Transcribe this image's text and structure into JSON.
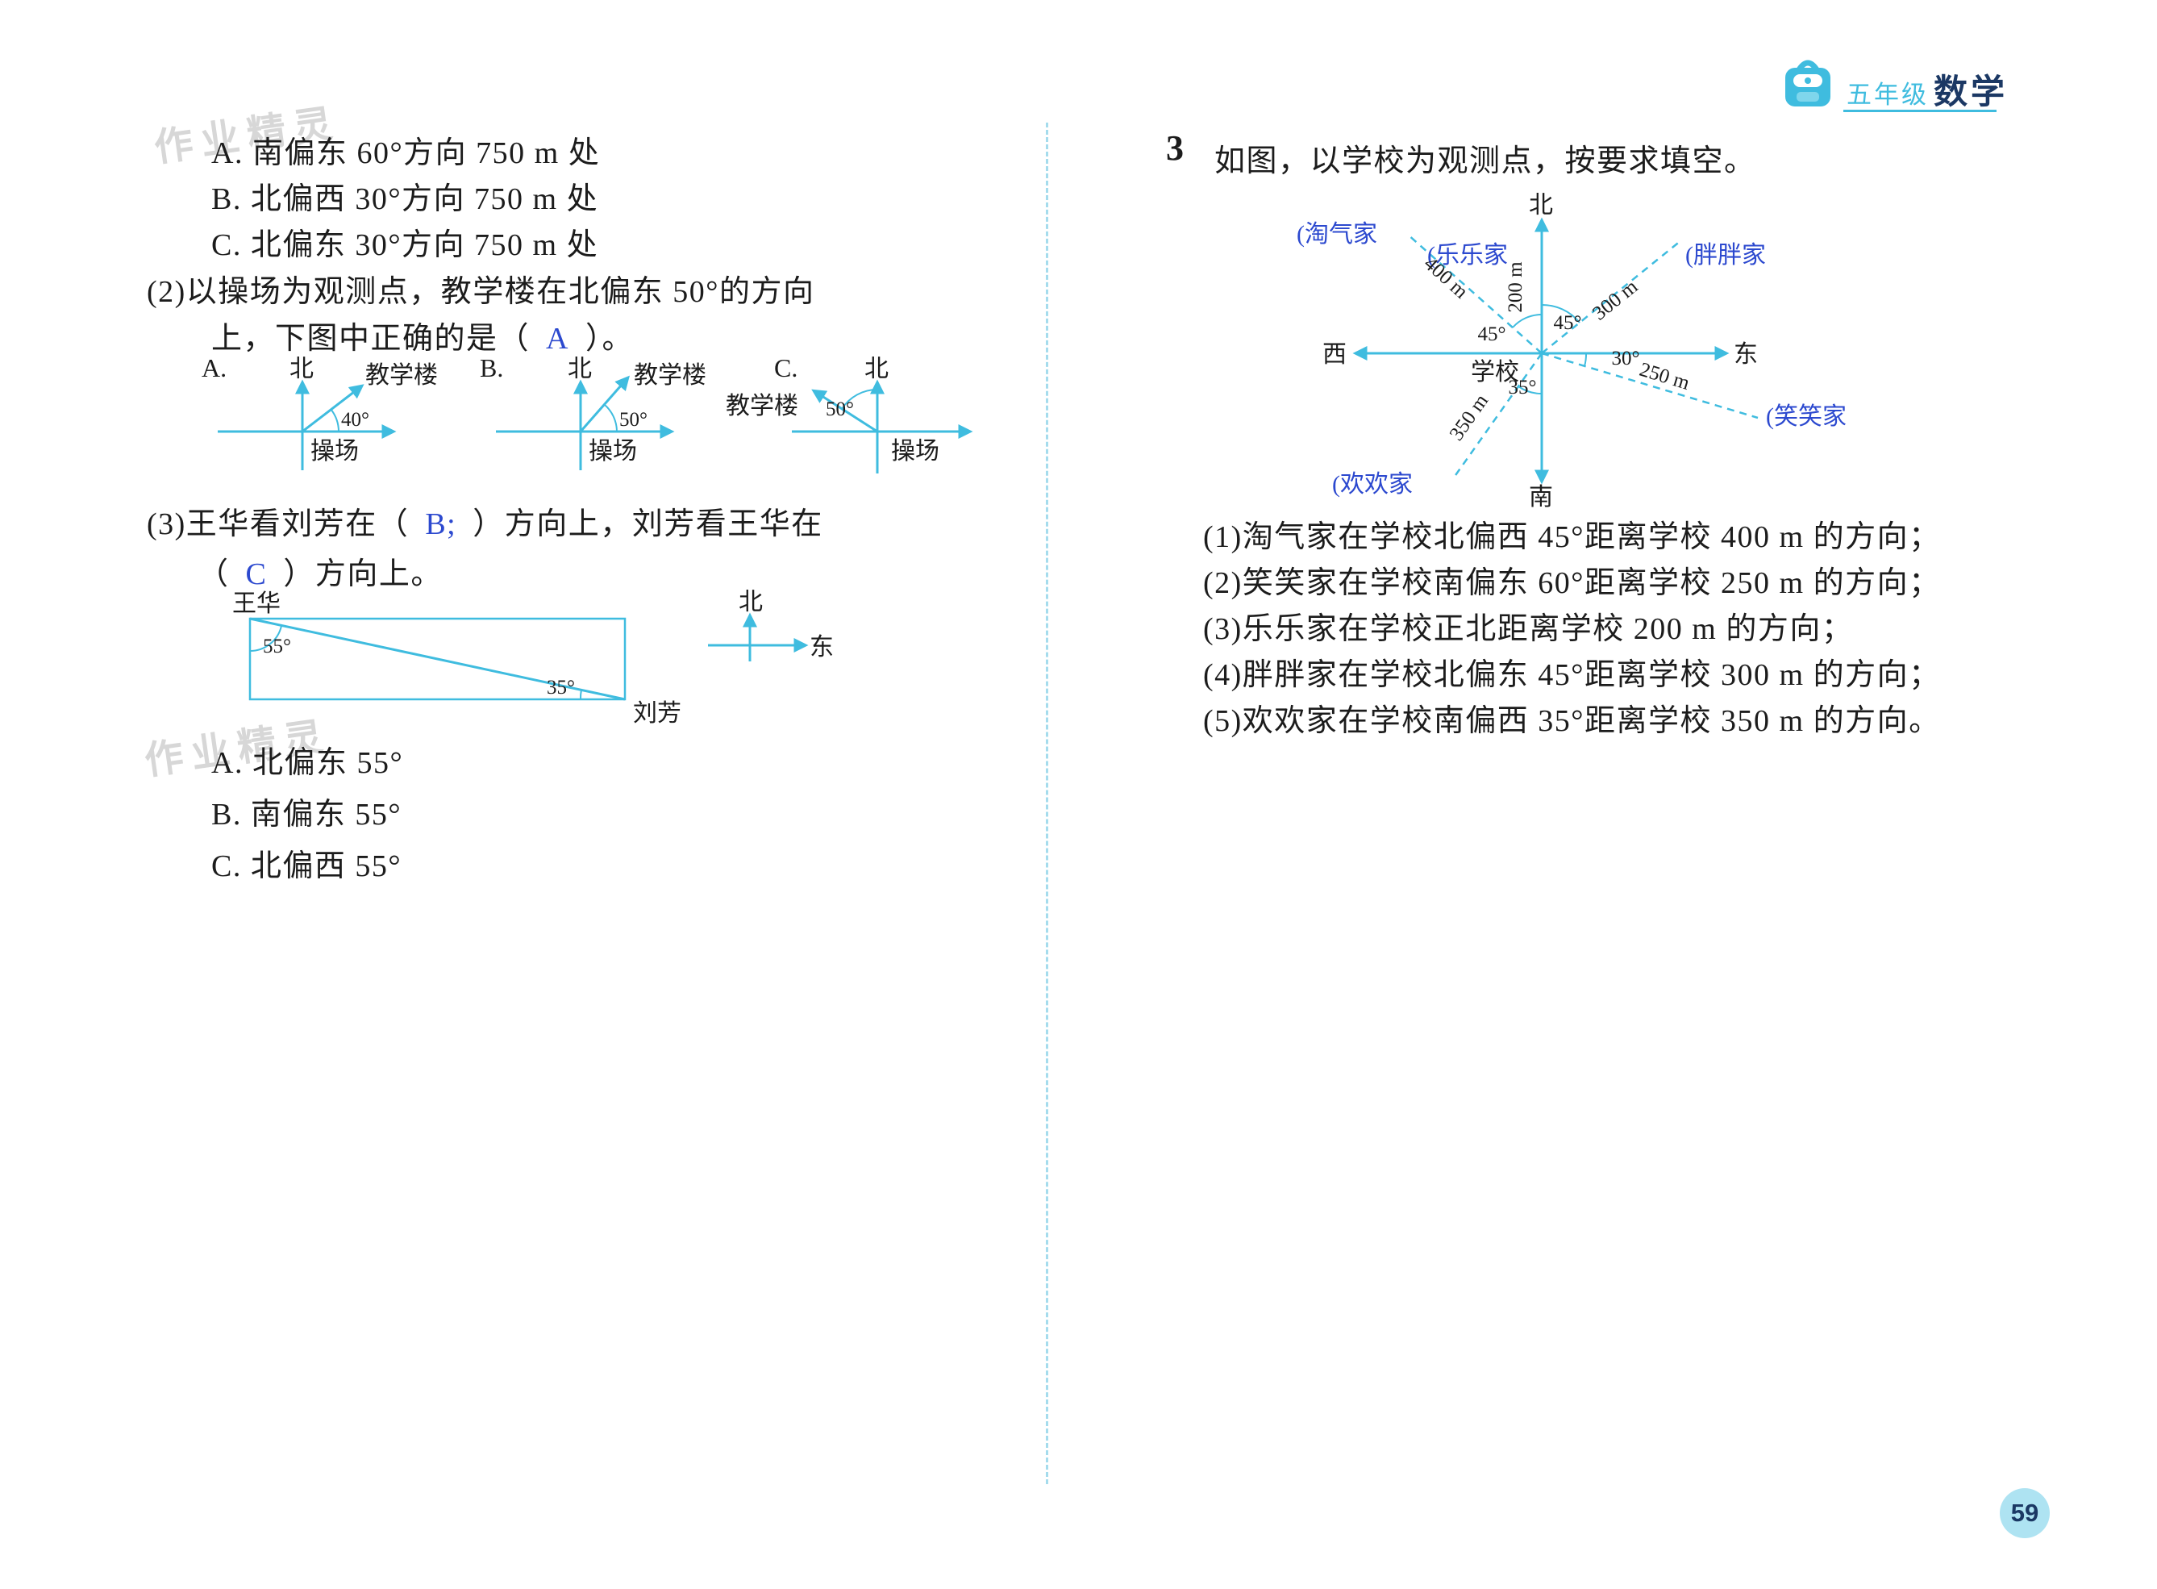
{
  "page": {
    "watermark": "作业精灵",
    "page_number": "59"
  },
  "header": {
    "grade": "五年级",
    "subject": "数学"
  },
  "colors": {
    "diagram_cyan": "#3fbcdf",
    "answer_blue": "#2c49cf",
    "header_navy": "#1b3864",
    "divider_cyan": "#a5dced"
  },
  "left": {
    "options_top": [
      "A. 南偏东 60°方向 750 m 处",
      "B. 北偏西 30°方向 750 m 处",
      "C. 北偏东 30°方向 750 m 处"
    ],
    "q2": {
      "line1": "(2)以操场为观测点，教学楼在北偏东 50°的方向",
      "line2_pre": "上，下图中正确的是（",
      "answer": "A",
      "line2_post": "）。",
      "diagrams": [
        {
          "label": "A.",
          "north": "北",
          "building": "教学楼",
          "angle": "40°",
          "ground": "操场"
        },
        {
          "label": "B.",
          "north": "北",
          "building": "教学楼",
          "angle": "50°",
          "ground": "操场"
        },
        {
          "label": "C.",
          "north": "北",
          "building": "教学楼",
          "angle": "50°",
          "ground": "操场"
        }
      ]
    },
    "q3": {
      "line1_pre": "(3)王华看刘芳在（",
      "answer1": "B;",
      "line1_post": "）方向上，刘芳看王华在",
      "line2_pre": "（",
      "answer2": "C",
      "line2_post": "）方向上。",
      "diagram": {
        "person_top": "王华",
        "person_bottom": "刘芳",
        "angle_top": "55°",
        "angle_bottom": "35°",
        "north": "北",
        "east": "东"
      },
      "options": [
        "A. 北偏东 55°",
        "B. 南偏东 55°",
        "C. 北偏西 55°"
      ]
    }
  },
  "right": {
    "q_number": "3",
    "q_title": "如图，以学校为观测点，按要求填空。",
    "compass": {
      "north": "北",
      "south": "南",
      "east": "东",
      "west": "西",
      "school": "学校",
      "home_nw": "(淘气家",
      "home_n": "(乐乐家",
      "home_ne": "(胖胖家",
      "home_se": "(笑笑家",
      "home_sw": "(欢欢家",
      "dist_nw": "400 m",
      "dist_n": "200 m",
      "dist_ne": "300 m",
      "dist_se": "250 m",
      "dist_sw": "350 m",
      "angle_nw": "45°",
      "angle_ne": "45°",
      "angle_se": "30°",
      "angle_sw": "35°"
    },
    "items": [
      "(1)淘气家在学校北偏西 45°距离学校 400 m 的方向；",
      "(2)笑笑家在学校南偏东 60°距离学校 250 m 的方向；",
      "(3)乐乐家在学校正北距离学校 200 m 的方向；",
      "(4)胖胖家在学校北偏东 45°距离学校 300 m 的方向；",
      "(5)欢欢家在学校南偏西 35°距离学校 350 m 的方向。"
    ]
  }
}
